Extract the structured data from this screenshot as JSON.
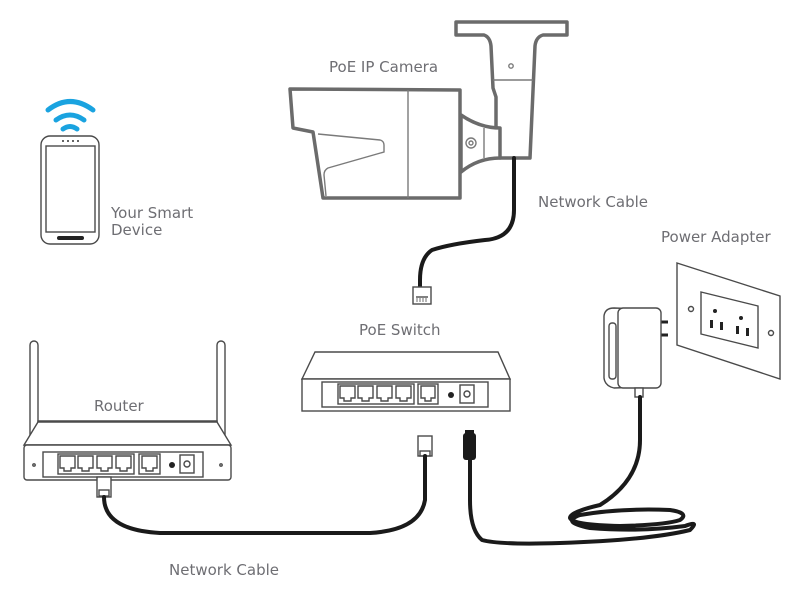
{
  "title": "PoE IP Camera network connection diagram",
  "labels": {
    "smart_device_line1": "Your Smart",
    "smart_device_line2": "Device",
    "camera": "PoE IP Camera",
    "network_cable_top": "Network Cable",
    "power_adapter": "Power Adapter",
    "poe_switch": "PoE Switch",
    "router": "Router",
    "network_cable_bottom": "Network Cable"
  },
  "components": [
    {
      "name": "smart-device",
      "icon": "smartphone-icon",
      "indicator": "wifi-icon"
    },
    {
      "name": "poe-ip-camera",
      "icon": "bullet-camera-icon"
    },
    {
      "name": "poe-switch",
      "icon": "switch-icon",
      "lan_ports": 4,
      "uplink_ports": 1
    },
    {
      "name": "router",
      "icon": "router-icon",
      "lan_ports": 4,
      "wan_ports": 1,
      "antennas": 2
    },
    {
      "name": "power-adapter",
      "icon": "power-adapter-icon"
    },
    {
      "name": "wall-outlet",
      "icon": "outlet-icon"
    }
  ],
  "connections": [
    {
      "from": "poe-ip-camera",
      "to": "poe-switch",
      "label": "Network Cable"
    },
    {
      "from": "router",
      "to": "poe-switch",
      "label": "Network Cable"
    },
    {
      "from": "power-adapter",
      "to": "poe-switch",
      "label": "Power Adapter"
    }
  ],
  "colors": {
    "wifi": "#1aa3e0",
    "label_text": "#6e6e73",
    "cable": "#1a1a1a",
    "camera_outline": "#6b6b6b"
  }
}
